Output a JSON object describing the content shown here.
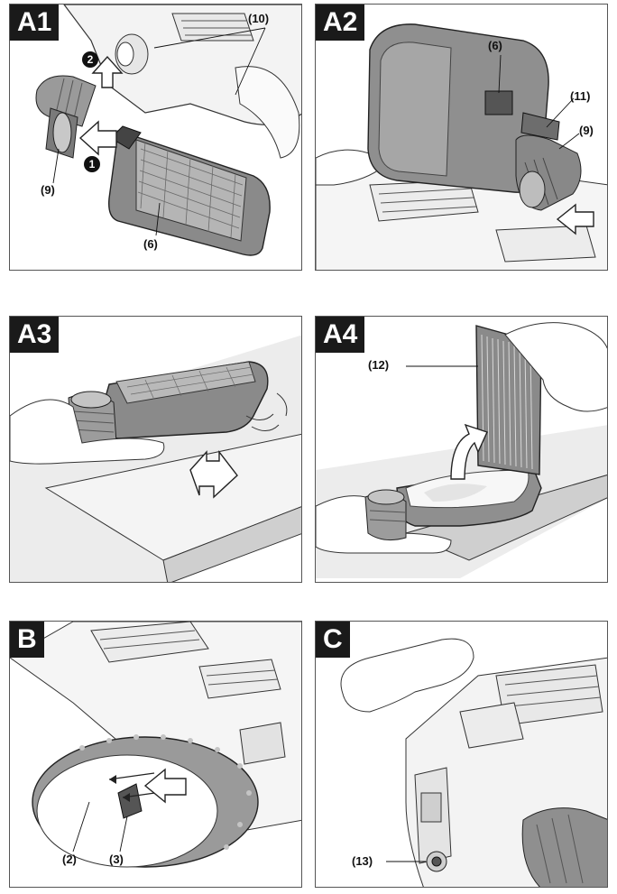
{
  "panels": {
    "a1": {
      "tag": "A1",
      "labels": {
        "p10": "(10)",
        "p9": "(9)",
        "p6": "(6)"
      },
      "steps": {
        "s1": "1",
        "s2": "2"
      }
    },
    "a2": {
      "tag": "A2",
      "labels": {
        "p6": "(6)",
        "p11": "(11)",
        "p9": "(9)"
      }
    },
    "a3": {
      "tag": "A3"
    },
    "a4": {
      "tag": "A4",
      "labels": {
        "p12": "(12)"
      }
    },
    "b": {
      "tag": "B",
      "labels": {
        "p2": "(2)",
        "p3": "(3)"
      }
    },
    "c": {
      "tag": "C",
      "labels": {
        "p13": "(13)"
      }
    }
  }
}
